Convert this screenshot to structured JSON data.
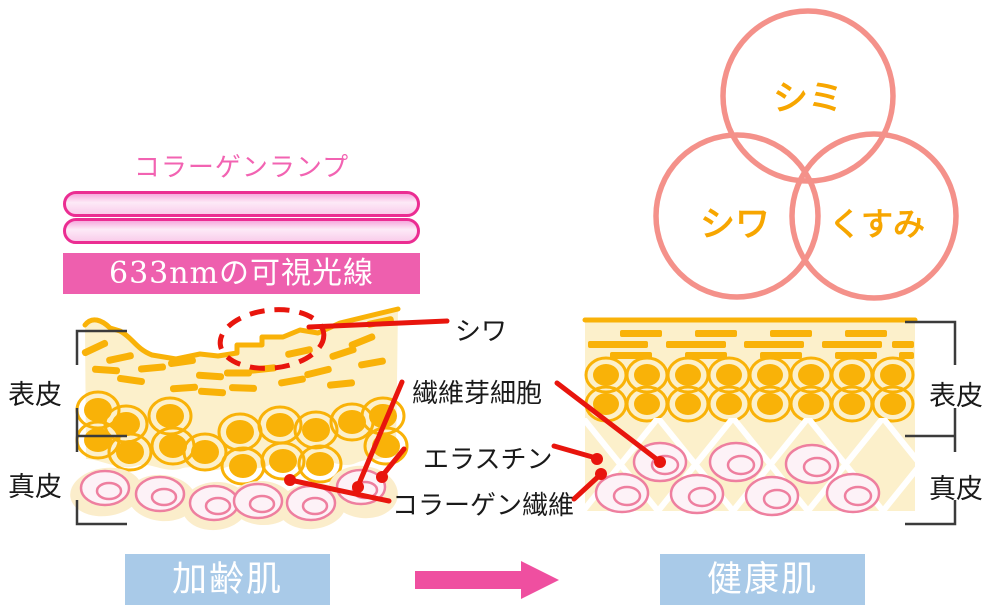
{
  "lamp": {
    "title": "コラーゲンランプ",
    "banner": "633nmの可視光線"
  },
  "venn": {
    "top": "シミ",
    "bottom_left": "シワ",
    "bottom_right": "くすみ"
  },
  "annotations": {
    "wrinkle": "シワ",
    "fibroblast": "繊維芽細胞",
    "elastin": "エラスチン",
    "collagen_fiber": "コラーゲン繊維"
  },
  "layers": {
    "epidermis": "表皮",
    "dermis": "真皮"
  },
  "states": {
    "aged": "加齢肌",
    "healthy": "健康肌"
  },
  "colors": {
    "title_pink": "#F263B2",
    "lamp_border": "#EB2D92",
    "banner_bg": "#EE5FAE",
    "venn_stroke": "#F4918A",
    "venn_text": "#F7A600",
    "orange": "#F9B208",
    "cream": "#FCF0CB",
    "pink_cell": "#EE7F9F",
    "annotation_red": "#E8150D",
    "state_box_blue": "#A9CAE8",
    "arrow_pink": "#EF4FA0"
  }
}
